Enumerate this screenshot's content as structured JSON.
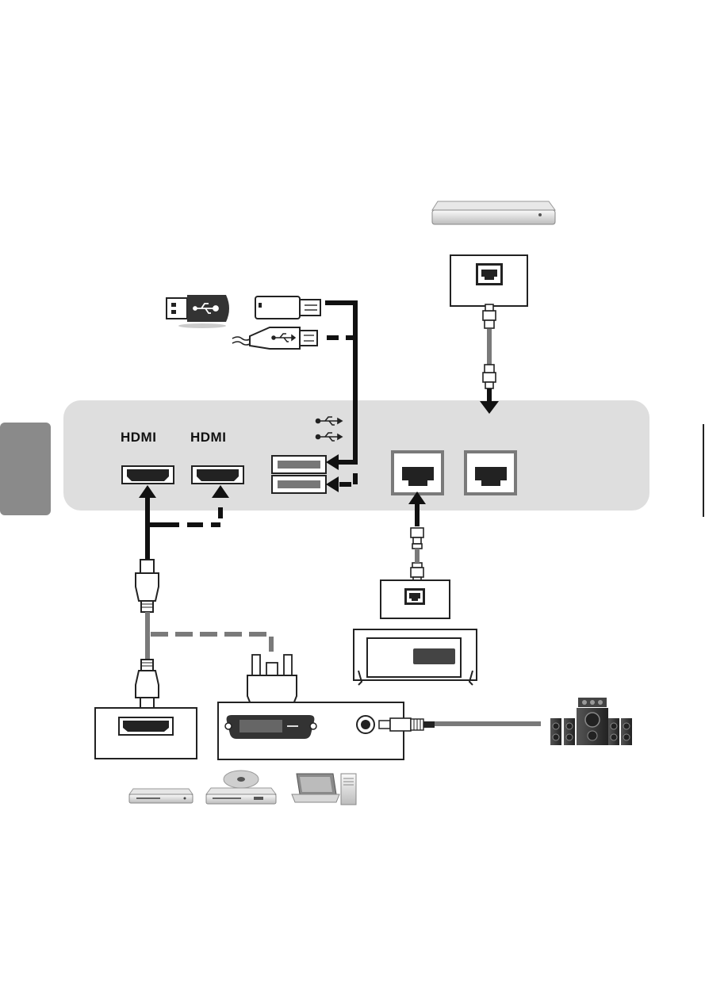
{
  "rear_panel": {
    "hdmi_inputs": [
      {
        "label": "HDMI"
      },
      {
        "label": "HDMI"
      }
    ],
    "usb_port_count": 2,
    "lan_port_count": 2
  },
  "devices": {
    "top": "set-top-box",
    "usb": [
      "usb-flash-drive",
      "usb-hdd-cable"
    ],
    "bottom_sources": [
      "blu-ray-player",
      "dvd-player",
      "laptop",
      "desktop-pc"
    ],
    "audio": "home-theater-speakers"
  },
  "line_styles": {
    "solid": "#1a1a1a",
    "dashed": "#444444",
    "cable": "#777777",
    "panel": "#dedede"
  }
}
